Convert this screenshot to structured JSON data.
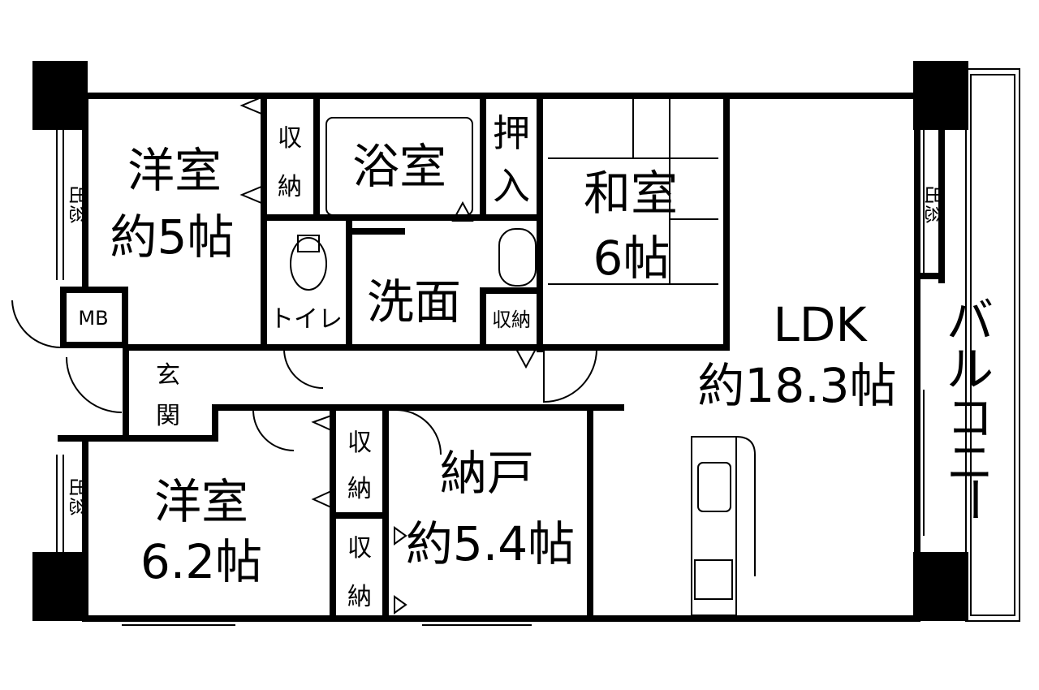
{
  "rooms": {
    "western_a": {
      "name": "洋室",
      "size": "約5帖"
    },
    "storage_a": {
      "name_top": "収",
      "name_bottom": "納"
    },
    "bath": {
      "name": "浴室"
    },
    "oshiire": {
      "name_top": "押",
      "name_bottom": "入"
    },
    "japanese": {
      "name": "和室",
      "size": "6帖"
    },
    "toilet": {
      "name": "トイレ"
    },
    "washroom": {
      "name": "洗面"
    },
    "storage_b": {
      "name": "収納"
    },
    "mb": {
      "name": "MB"
    },
    "entrance": {
      "name_top": "玄",
      "name_bottom": "関"
    },
    "ldk": {
      "name": "LDK",
      "size": "約18.3帖"
    },
    "balcony": {
      "c1": "バ",
      "c2": "ル",
      "c3": "コ",
      "c4": "ニ",
      "c5": "ー"
    },
    "western_b": {
      "name": "洋室",
      "size": "6.2帖"
    },
    "storage_c": {
      "name_top": "収",
      "name_bottom": "納"
    },
    "storage_d": {
      "name_top": "収",
      "name_bottom": "納"
    },
    "nando": {
      "name": "納戸",
      "size": "約5.4帖"
    }
  },
  "window_marks": {
    "left_top": "出窓",
    "left_bottom": "出窓",
    "right": "出窓"
  }
}
